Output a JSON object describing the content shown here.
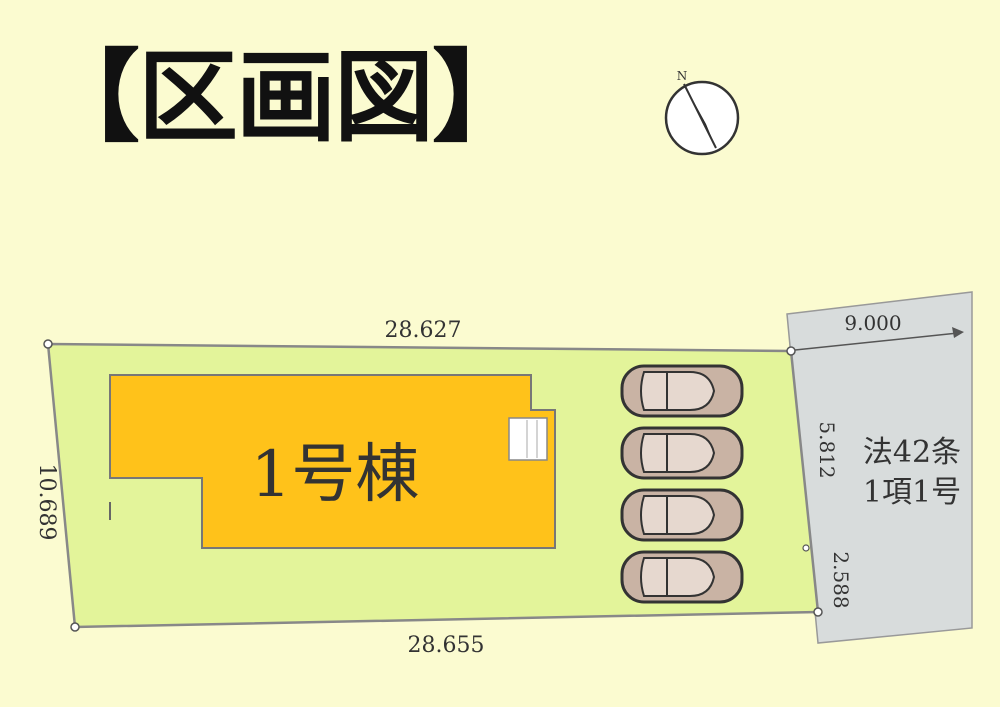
{
  "title": "【区画図】",
  "compass": {
    "north_label": "N",
    "icon": "north-arrow-icon"
  },
  "building": {
    "label": "1号棟"
  },
  "road": {
    "label_line1": "法42条",
    "label_line2": "1項1号",
    "width": "9.000"
  },
  "dimensions": {
    "top": "28.627",
    "bottom": "28.655",
    "left": "10.689",
    "right_upper": "5.812",
    "right_lower": "2.588"
  },
  "parking": {
    "car_count": 4,
    "icon": "car-icon"
  },
  "colors": {
    "background": "#fbfbd0",
    "lot": "#e3f49a",
    "building": "#ffc21a",
    "road": "#d8dcdc",
    "car": "#c9b3a4"
  }
}
